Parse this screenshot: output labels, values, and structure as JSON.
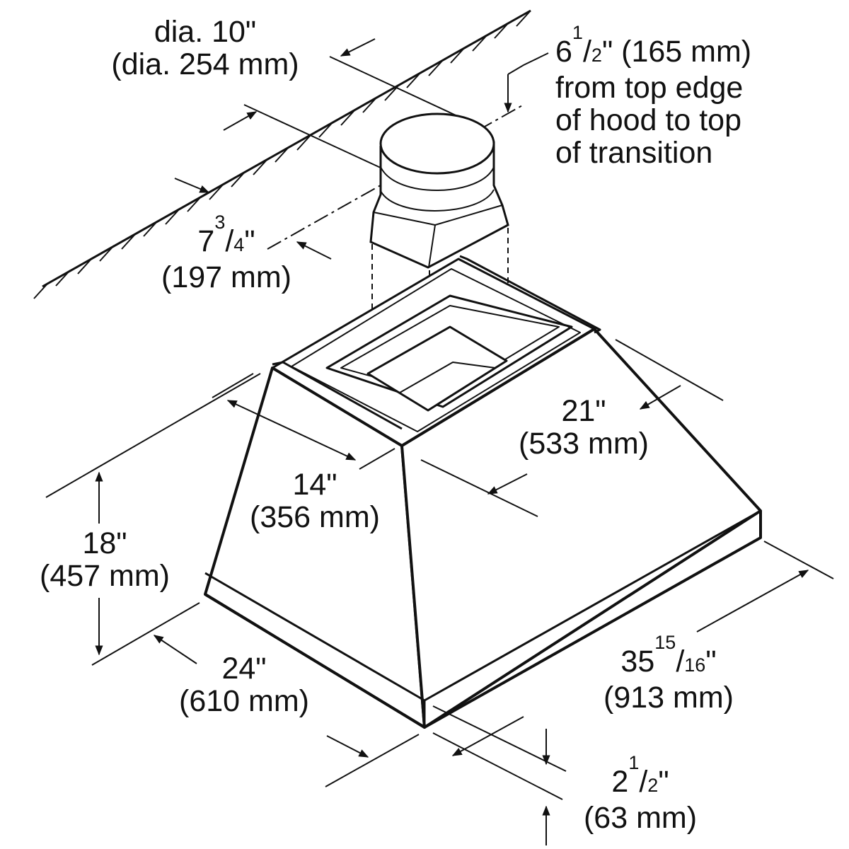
{
  "colors": {
    "ink": "#111111",
    "background": "#ffffff"
  },
  "dimensions": {
    "duct_diameter": {
      "imperial": "dia. 10\"",
      "metric": "(dia. 254 mm)"
    },
    "transition_height": {
      "whole": "6",
      "num": "1",
      "den": "2",
      "unit": "\"",
      "metric": "(165 mm)",
      "note1": "from top edge",
      "note2": "of hood to top",
      "note3": "of transition"
    },
    "wall_offset": {
      "whole": "7",
      "num": "3",
      "den": "4",
      "unit": "\"",
      "metric": "(197 mm)"
    },
    "top_depth": {
      "imperial": "14\"",
      "metric": "(356 mm)"
    },
    "top_width": {
      "imperial": "21\"",
      "metric": "(533 mm)"
    },
    "height": {
      "imperial": "18\"",
      "metric": "(457 mm)"
    },
    "depth": {
      "imperial": "24\"",
      "metric": "(610 mm)"
    },
    "width": {
      "whole": "35",
      "num": "15",
      "den": "16",
      "unit": "\"",
      "metric": "(913 mm)"
    },
    "rim_height": {
      "whole": "2",
      "num": "1",
      "den": "2",
      "unit": "\"",
      "metric": "(63 mm)"
    }
  }
}
